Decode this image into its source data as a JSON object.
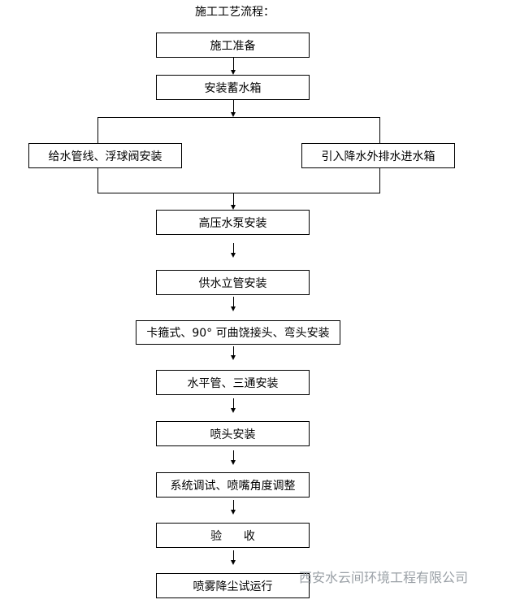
{
  "diagram": {
    "title": "施工工艺流程：",
    "steps": [
      "施工准备",
      "安装蓄水箱",
      "高压水泵安装",
      "供水立管安装",
      "卡箍式、90° 可曲饶接头、弯头安装",
      "水平管、三通安装",
      "喷头安装",
      "系统调试、喷嘴角度调整",
      "验      收",
      "喷雾降尘试运行"
    ],
    "branches": [
      "给水管线、浮球阀安装",
      "引入降水外排水进水箱"
    ]
  },
  "watermark": "西安水云间环境工程有限公司"
}
